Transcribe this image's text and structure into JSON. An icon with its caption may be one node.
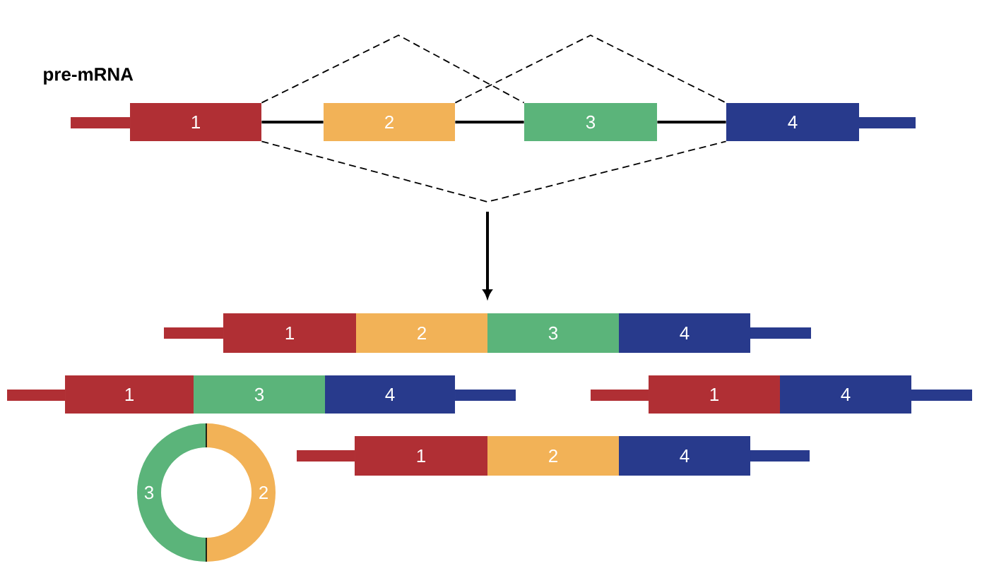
{
  "diagram": {
    "nodes": [
      {
        "text": [
          "1"
        ]
      },
      {
        "text": [
          "2"
        ]
      },
      {
        "text": [
          "3"
        ]
      },
      {
        "text": [
          "4"
        ]
      },
      {
        "text": [
          "1"
        ]
      },
      {
        "text": [
          "2"
        ]
      },
      {
        "text": [
          "3"
        ]
      },
      {
        "text": [
          "4"
        ]
      },
      {
        "text": [
          "1"
        ]
      },
      {
        "text": [
          "3"
        ]
      },
      {
        "text": [
          "4"
        ]
      },
      {
        "text": [
          "1"
        ]
      },
      {
        "text": [
          "4"
        ]
      },
      {
        "text": [
          "1"
        ]
      },
      {
        "text": [
          "2"
        ]
      },
      {
        "text": [
          "4"
        ]
      },
      {
        "text": [
          "3"
        ]
      },
      {
        "text": [
          "2"
        ]
      }
    ],
    "edges": [
      {
        "from": 0,
        "to": 1,
        "arrow": "none"
      },
      {
        "from": 1,
        "to": 2,
        "arrow": "none"
      },
      {
        "from": 2,
        "to": 3,
        "arrow": "none"
      },
      {
        "from": 0,
        "to": 2,
        "arrow": "none",
        "style": "dashed"
      },
      {
        "from": 1,
        "to": 3,
        "arrow": "none",
        "style": "dashed"
      },
      {
        "from": 0,
        "to": 3,
        "arrow": "none",
        "style": "dashed"
      },
      {
        "from": null,
        "to": 5,
        "arrow": "to"
      }
    ],
    "labels": [
      "pre-mRNA"
    ]
  }
}
